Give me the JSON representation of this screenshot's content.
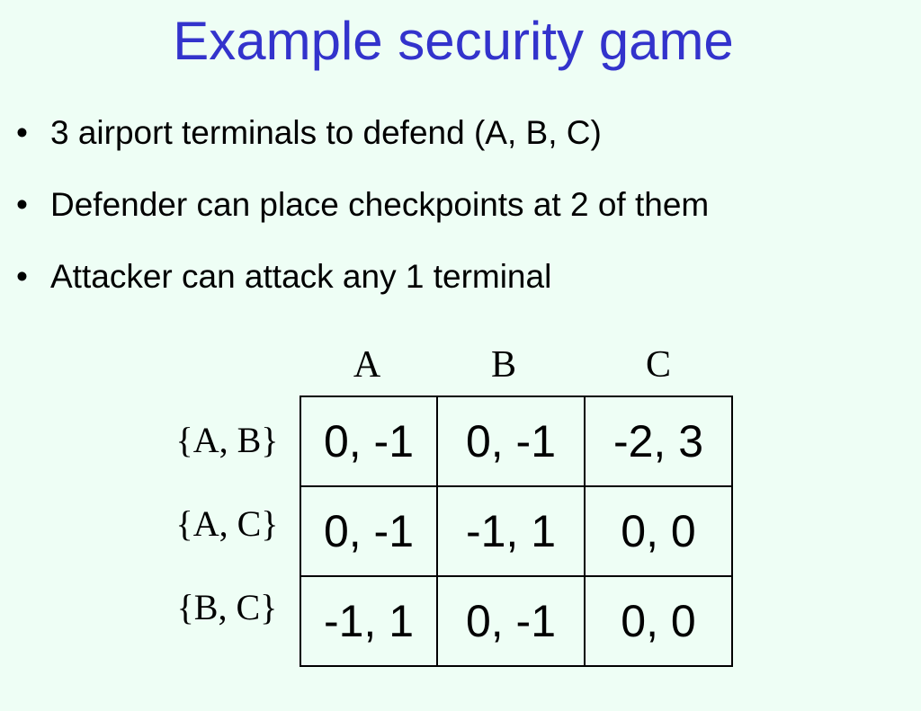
{
  "slide": {
    "title": "Example security game",
    "bullets": [
      "3 airport terminals to defend (A, B, C)",
      "Defender can place checkpoints at 2 of them",
      "Attacker can attack any 1 terminal"
    ],
    "bullet_glyph": "•"
  },
  "matrix": {
    "columns": [
      "A",
      "B",
      "C"
    ],
    "rows": [
      {
        "label": "{A, B}",
        "cells": [
          "0, -1",
          "0, -1",
          "-2, 3"
        ]
      },
      {
        "label": "{A, C}",
        "cells": [
          "0, -1",
          "-1, 1",
          "0, 0"
        ]
      },
      {
        "label": "{B, C}",
        "cells": [
          "-1, 1",
          "0, -1",
          "0, 0"
        ]
      }
    ]
  }
}
